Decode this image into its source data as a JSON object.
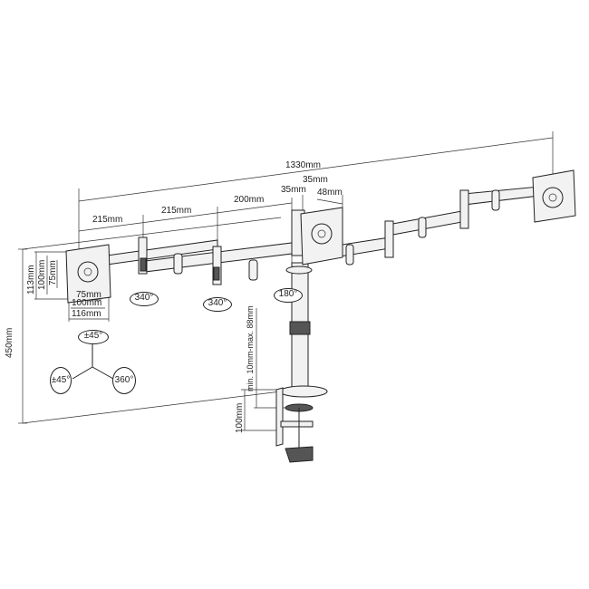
{
  "dimensions": {
    "total_width": "1330mm",
    "arm_segment_1": "215mm",
    "arm_segment_2": "215mm",
    "arm_segment_3": "200mm",
    "head_offset_1": "35mm",
    "head_offset_2": "35mm",
    "head_depth": "48mm",
    "height": "450mm",
    "vesa_height_outer": "113mm",
    "vesa_height_100": "100mm",
    "vesa_height_75": "75mm",
    "vesa_width_75": "75mm",
    "vesa_width_100": "100mm",
    "vesa_width_outer": "116mm",
    "desk_thickness": "min. 10mm-max. 88mm",
    "clamp_height": "100mm"
  },
  "rotations": {
    "arm_joint_1": "340°",
    "arm_joint_2": "340°",
    "pole_swivel": "180°",
    "tilt": "±45°",
    "swivel": "±45°",
    "rotate": "360°"
  }
}
